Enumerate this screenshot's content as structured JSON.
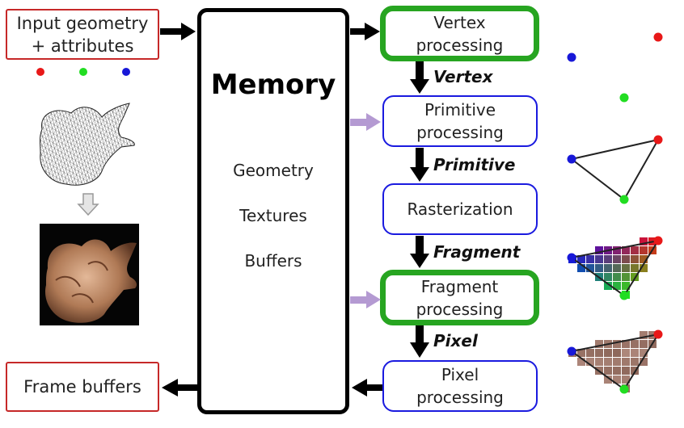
{
  "input_box": {
    "line1": "Input geometry",
    "line2": "+ attributes"
  },
  "frame_buffers": {
    "label": "Frame buffers"
  },
  "memory": {
    "title": "Memory",
    "items": [
      "Geometry",
      "Textures",
      "Buffers"
    ]
  },
  "stages": [
    {
      "line1": "Vertex",
      "line2": "processing"
    },
    {
      "line1": "Primitive",
      "line2": "processing"
    },
    {
      "line1": "Rasterization",
      "line2": ""
    },
    {
      "line1": "Fragment",
      "line2": "processing"
    },
    {
      "line1": "Pixel",
      "line2": "processing"
    }
  ],
  "stage_outputs": [
    "Vertex",
    "Primitive",
    "Fragment",
    "Pixel"
  ],
  "colors": {
    "red": "#e81818",
    "green": "#22dd22",
    "blue": "#1818d8",
    "lavender_arrow": "#b49ad2",
    "green_border": "#27a521",
    "blue_border": "#1a1adf",
    "red_border": "#c62828"
  }
}
